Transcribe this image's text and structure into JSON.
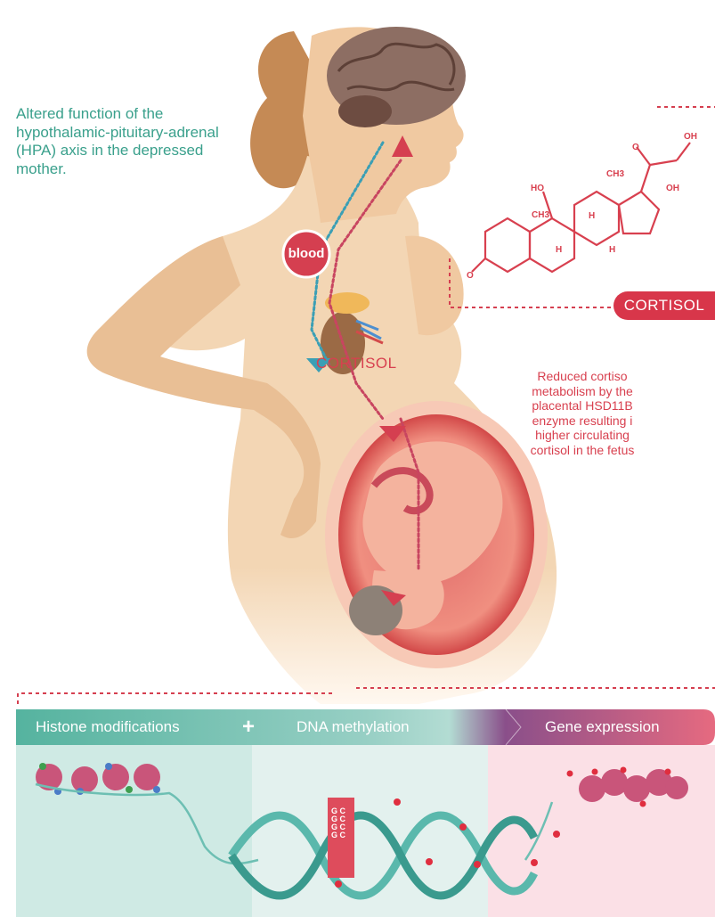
{
  "annotations": {
    "hpa_note": "Altered function of the hypothalamic-pituitary-adrenal (HPA) axis in the depressed mother.",
    "placenta_note_lines": [
      "Reduced cortiso",
      "metabolism by the",
      "placental HSD11B",
      "enzyme resulting i",
      "higher circulating",
      "cortisol in the fetus"
    ],
    "cortisol_label_body": "CORTISOL",
    "cortisol_label_structure": "CORTISOL",
    "blood_label": "blood"
  },
  "molecule": {
    "groups": [
      "OH",
      "O",
      "CH3",
      "HO",
      "OH",
      "CH3",
      "H",
      "H",
      "H",
      "O"
    ]
  },
  "band": {
    "histone": "Histone modifications",
    "plus": "+",
    "dna": "DNA methylation",
    "gene": "Gene expression"
  },
  "dna_bases": [
    "G",
    "C",
    "G",
    "C",
    "G",
    "C",
    "G",
    "C"
  ],
  "colors": {
    "teal": "#3aa08c",
    "red": "#d8404f",
    "skin": "#f1cfa8",
    "band_teal": "#5bb5a3",
    "band_light": "#a9d7cf",
    "band_pink": "#e76d84"
  }
}
